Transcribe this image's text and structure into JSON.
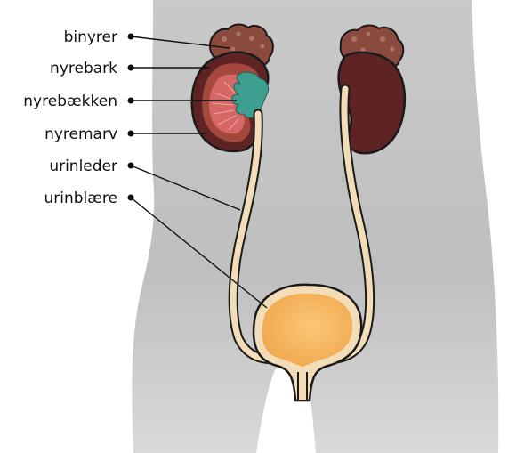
{
  "labels": [
    {
      "text": "binyrer"
    },
    {
      "text": "nyrebark"
    },
    {
      "text": "nyrebækken"
    },
    {
      "text": "nyremarv"
    },
    {
      "text": "urinleder"
    },
    {
      "text": "urinblære"
    }
  ],
  "colors": {
    "body": "#bdbdbd",
    "adrenal": "#8a4a3d",
    "kidney": "#5e2424",
    "cortex": "#a4473c",
    "medulla": "#d76766",
    "pelvis": "#3e9e8f",
    "ureter": "#f3ddb8",
    "bladder": "#f9b968",
    "leader": "#111111"
  }
}
